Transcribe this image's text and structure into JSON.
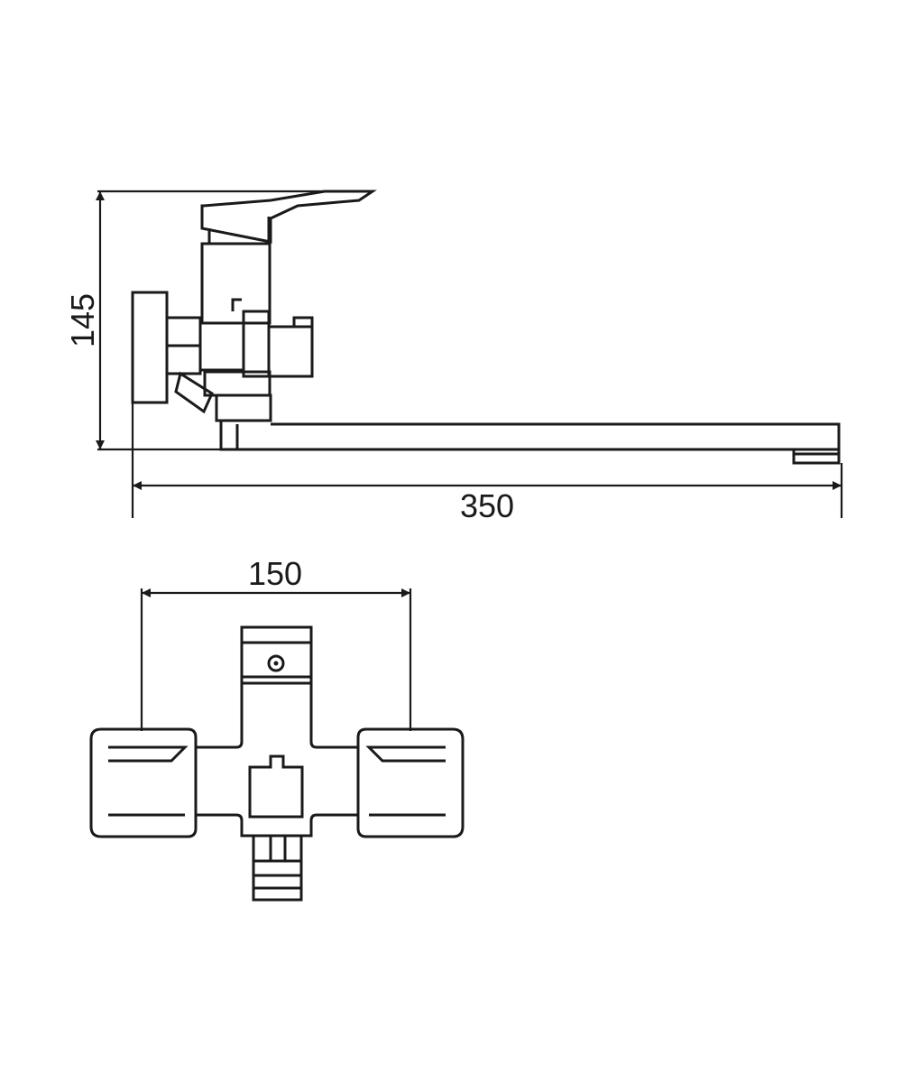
{
  "dimensions": {
    "height_label": "145",
    "spout_length_label": "350",
    "center_distance_label": "150"
  },
  "colors": {
    "line": "#1a1a1a",
    "background": "#ffffff"
  }
}
